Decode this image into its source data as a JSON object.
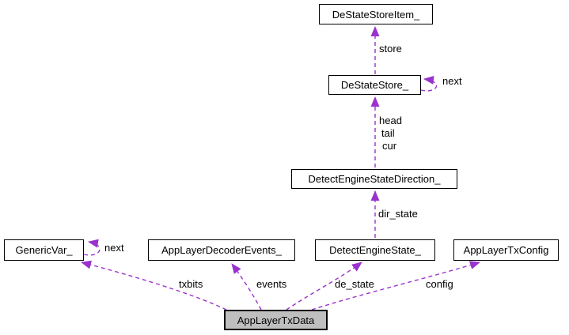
{
  "diagram": {
    "kind": "collaboration-graph",
    "colors": {
      "edge": "#9a32cd",
      "node_border": "#000000",
      "node_fill": "#ffffff",
      "highlight_fill": "#bfbfbf",
      "background": "#ffffff"
    },
    "nodes": {
      "de_state_store_item": {
        "label": "DeStateStoreItem_"
      },
      "de_state_store": {
        "label": "DeStateStore_"
      },
      "detect_engine_state_direction": {
        "label": "DetectEngineStateDirection_"
      },
      "generic_var": {
        "label": "GenericVar_"
      },
      "app_layer_decoder_events": {
        "label": "AppLayerDecoderEvents_"
      },
      "detect_engine_state": {
        "label": "DetectEngineState_"
      },
      "app_layer_tx_config": {
        "label": "AppLayerTxConfig"
      },
      "app_layer_tx_data": {
        "label": "AppLayerTxData"
      }
    },
    "edge_labels": {
      "store": "store",
      "next_de_state_store": "next",
      "head": "head",
      "tail": "tail",
      "cur": "cur",
      "dir_state": "dir_state",
      "next_generic_var": "next",
      "txbits": "txbits",
      "events": "events",
      "de_state": "de_state",
      "config": "config"
    }
  }
}
